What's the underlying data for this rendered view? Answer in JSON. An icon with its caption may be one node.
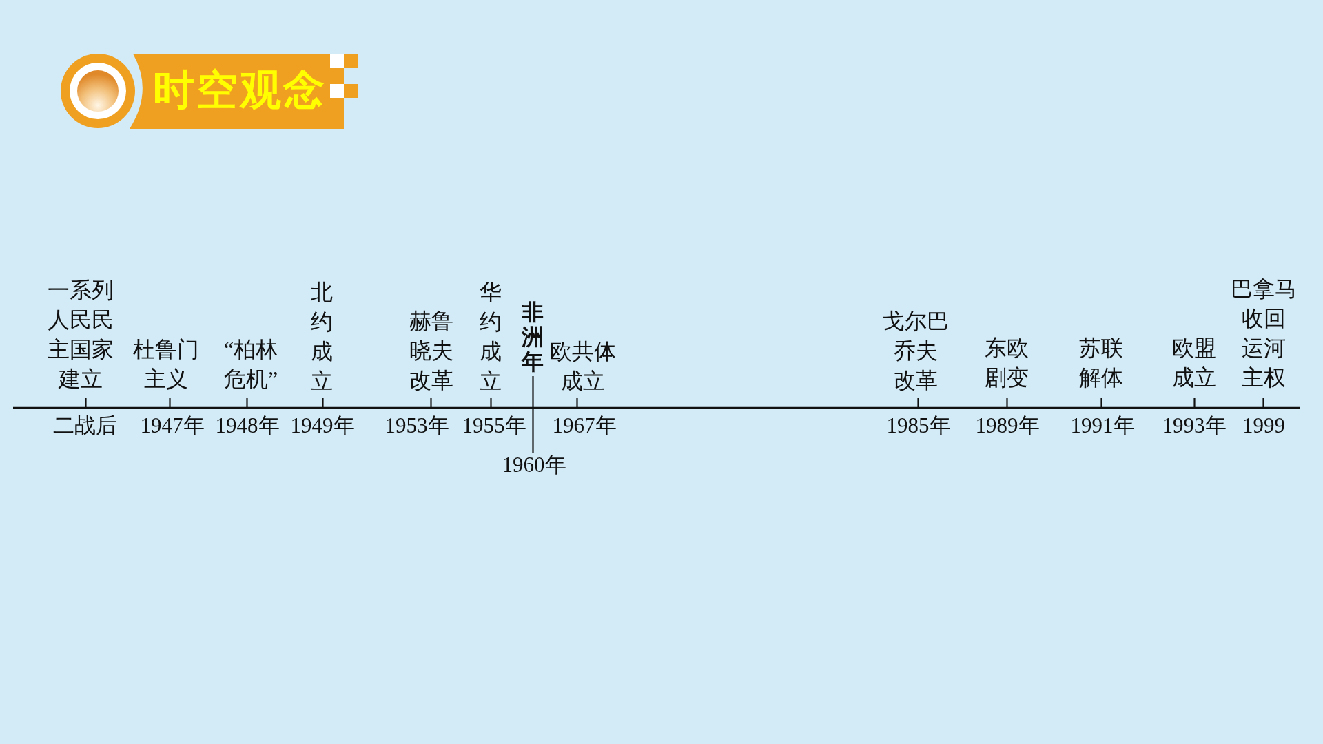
{
  "diagram": {
    "title": "时空观念",
    "labels": [
      "一系列人民民主国家建立",
      "二战后",
      "杜鲁门主义",
      "1947年",
      "“柏林危机”",
      "1948年",
      "北约成立",
      "1949年",
      "赫鲁晓夫改革",
      "1953年",
      "华约成立",
      "1955年",
      "非洲年",
      "1960年",
      "欧共体成立",
      "1967年",
      "戈尔巴乔夫改革",
      "1985年",
      "东欧剧变",
      "1989年",
      "苏联解体",
      "1991年",
      "欧盟成立",
      "1993年",
      "巴拿马收回运河主权",
      "1999"
    ]
  }
}
